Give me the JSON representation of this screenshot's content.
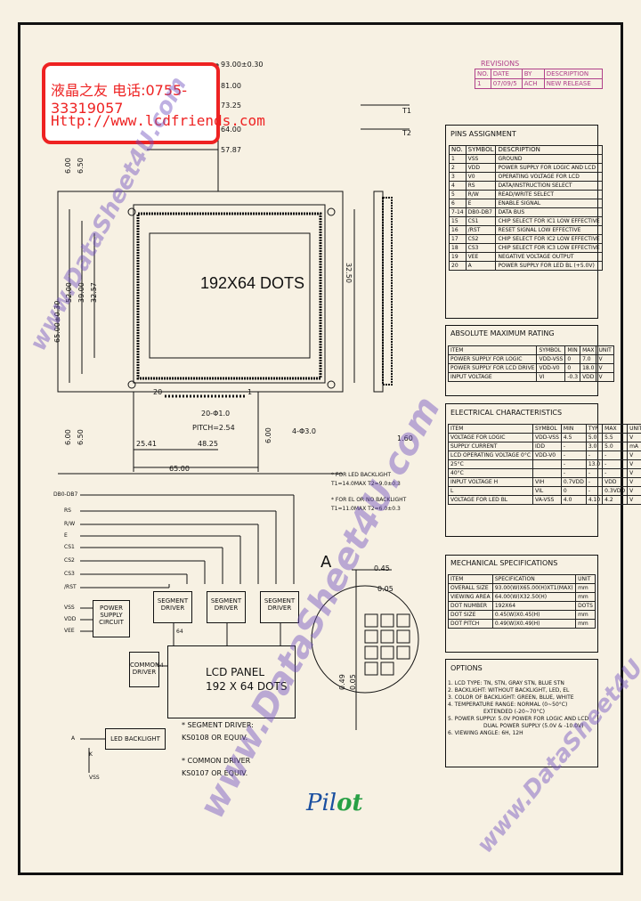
{
  "stamp": {
    "line1": "液晶之友 电话:0755-33319057",
    "line2": "Http://www.lcdfriends.com"
  },
  "watermark": {
    "center": "www.DataSheet4U.com",
    "left": "www.DataSheet4U.com",
    "right": "www.DataSheet4U.com"
  },
  "revisions": {
    "title": "REVISIONS",
    "headers": [
      "NO.",
      "DATE",
      "BY",
      "DESCRIPTION"
    ],
    "row": [
      "1",
      "07/09/5",
      "ACH",
      "NEW RELEASE"
    ]
  },
  "drawing": {
    "lcd_text": "192X64 DOTS",
    "dims_top": [
      "93.00±0.30",
      "81.00",
      "73.25",
      "64.00",
      "57.87"
    ],
    "dims_left": [
      "65.00±0.30",
      "52.00",
      "39.00",
      "32.57"
    ],
    "dim_left_top": [
      "6.00",
      "6.50"
    ],
    "dim_left_bottom": [
      "6.00",
      "6.50"
    ],
    "dim_right": "32.50",
    "dim_t1": "T1",
    "dim_t2": "T2",
    "dim_pitch": "PITCH=2.54",
    "dim_pin": "20-Φ1.0",
    "dim_pins_label": "20",
    "dim_pin1": "1",
    "dim_bottom": [
      "25.41",
      "48.25",
      "65.00"
    ],
    "dim_hole": "4-Φ3.0",
    "dim_160": "1.60",
    "dim_600b": "6.00",
    "notes": [
      "* FOR LED BACKLIGHT",
      "T1=14.0MAX  T2=9.0±0.3",
      "* FOR EL OR NO BACKLIGHT",
      "T1=11.0MAX  T2=6.0±0.3"
    ]
  },
  "detail": {
    "label": "A",
    "dims": [
      "0.45",
      "0.05",
      "0.49",
      "0.05"
    ]
  },
  "block": {
    "signals": [
      "DB0-DB7",
      "RS",
      "R/W",
      "E",
      "CS1",
      "CS2",
      "CS3",
      "/RST",
      "VSS",
      "VDD",
      "VEE"
    ],
    "power": "POWER SUPPLY CIRCUIT",
    "seg1": "SEGMENT DRIVER",
    "seg2": "SEGMENT DRIVER",
    "seg3": "SEGMENT DRIVER",
    "com": "COMMON DRIVER",
    "lcd": "LCD PANEL",
    "lcd2": "192 X 64 DOTS",
    "seg_n": "64",
    "com_n": "64",
    "led": "LED BACKLIGHT",
    "a": "A",
    "k": "K",
    "vss": "VSS",
    "notes": [
      "* SEGMENT DRIVER:",
      "KS0108 OR EQUIV.",
      "* COMMON DRIVER",
      "KS0107 OR EQUIV."
    ]
  },
  "pins": {
    "title": "PINS ASSIGNMENT",
    "headers": [
      "NO.",
      "SYMBOL",
      "DESCRIPTION"
    ],
    "rows": [
      [
        "1",
        "VSS",
        "GROUND"
      ],
      [
        "2",
        "VDD",
        "POWER SUPPLY FOR LOGIC AND LCD"
      ],
      [
        "3",
        "V0",
        "OPERATING VOLTAGE FOR LCD"
      ],
      [
        "4",
        "RS",
        "DATA/INSTRUCTION SELECT"
      ],
      [
        "5",
        "R/W",
        "READ/WRITE SELECT"
      ],
      [
        "6",
        "E",
        "ENABLE SIGNAL"
      ],
      [
        "7-14",
        "DB0-DB7",
        "DATA BUS"
      ],
      [
        "15",
        "CS1",
        "CHIP SELECT FOR IC1 LOW EFFECTIVE"
      ],
      [
        "16",
        "/RST",
        "RESET SIGNAL LOW EFFECTIVE"
      ],
      [
        "17",
        "CS2",
        "CHIP SELECT FOR IC2 LOW EFFECTIVE"
      ],
      [
        "18",
        "CS3",
        "CHIP SELECT FOR IC3 LOW EFFECTIVE"
      ],
      [
        "19",
        "VEE",
        "NEGATIVE VOLTAGE OUTPUT"
      ],
      [
        "20",
        "A",
        "POWER SUPPLY FOR LED BL (+5.0V)"
      ]
    ]
  },
  "abs": {
    "title": "ABSOLUTE MAXIMUM RATING",
    "headers": [
      "ITEM",
      "SYMBOL",
      "MIN",
      "MAX",
      "UNIT"
    ],
    "rows": [
      [
        "POWER SUPPLY FOR LOGIC",
        "VDD-VSS",
        "0",
        "7.0",
        "V"
      ],
      [
        "POWER SUPPLY FOR LCD DRIVE",
        "VDD-V0",
        "0",
        "18.0",
        "V"
      ],
      [
        "INPUT VOLTAGE",
        "VI",
        "-0.3",
        "VDD",
        "V"
      ]
    ]
  },
  "elec": {
    "title": "ELECTRICAL CHARACTERISTICS",
    "headers": [
      "ITEM",
      "SYMBOL",
      "MIN",
      "TYP",
      "MAX",
      "UNIT"
    ],
    "rows": [
      [
        "VOLTAGE FOR LOGIC",
        "VDD-VSS",
        "4.5",
        "5.0",
        "5.5",
        "V"
      ],
      [
        "SUPPLY CURRENT",
        "IDD",
        "-",
        "3.0",
        "5.0",
        "mA"
      ],
      [
        "LCD OPERATING VOLTAGE  0°C",
        "VDD-V0",
        "-",
        "-",
        "-",
        "V"
      ],
      [
        "25°C",
        "",
        "-",
        "13.0",
        "-",
        "V"
      ],
      [
        "40°C",
        "",
        "-",
        "-",
        "-",
        "V"
      ],
      [
        "INPUT VOLTAGE  H",
        "VIH",
        "0.7VDD",
        "-",
        "VDD",
        "V"
      ],
      [
        "L",
        "VIL",
        "0",
        "-",
        "0.3VDD",
        "V"
      ],
      [
        "VOLTAGE FOR LED BL",
        "VA-VSS",
        "4.0",
        "4.10",
        "4.2",
        "V"
      ]
    ]
  },
  "mech": {
    "title": "MECHANICAL SPECIFICATIONS",
    "headers": [
      "ITEM",
      "SPECIFICATION",
      "UNIT"
    ],
    "rows": [
      [
        "OVERALL SIZE",
        "93.00(W)X65.00(H)XT1(MAX)",
        "mm"
      ],
      [
        "VIEWING AREA",
        "64.00(W)X32.50(H)",
        "mm"
      ],
      [
        "DOT NUMBER",
        "192X64",
        "DOTS"
      ],
      [
        "DOT SIZE",
        "0.45(W)X0.45(H)",
        "mm"
      ],
      [
        "DOT PITCH",
        "0.49(W)X0.49(H)",
        "mm"
      ]
    ]
  },
  "options": {
    "title": "OPTIONS",
    "lines": [
      "1. LCD TYPE: TN, STN, GRAY STN, BLUE STN",
      "2. BACKLIGHT: WITHOUT BACKLIGHT, LED, EL",
      "3. COLOR OF BACKLIGHT: GREEN, BLUE, WHITE",
      "4. TEMPERATURE RANGE: NORMAL (0~50°C)",
      "EXTENDED (-20~70°C)",
      "5. POWER SUPPLY: 5.0V POWER FOR LOGIC AND LCD",
      "DUAL POWER SUPPLY (5.0V & -10.0V)",
      "6. VIEWING ANGLE: 6H, 12H"
    ]
  },
  "logo": {
    "text_a": "Pil",
    "text_b": "ot"
  }
}
